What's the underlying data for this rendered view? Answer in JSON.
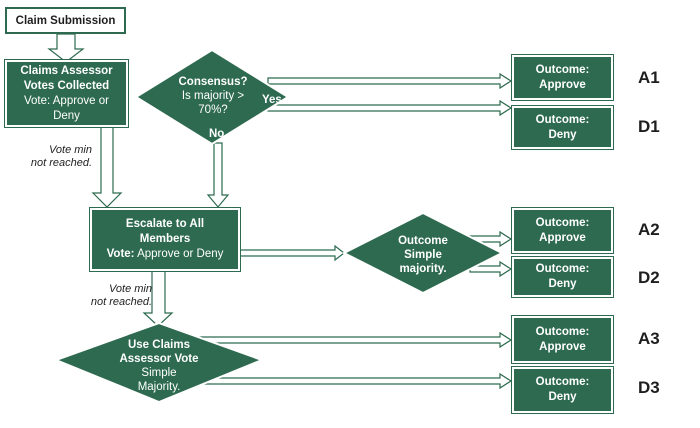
{
  "start": {
    "label": "Claim Submission"
  },
  "assessor_votes": {
    "line1": "Claims Assessor",
    "line2": "Votes Collected",
    "line3": "Vote: Approve or",
    "line4": "Deny"
  },
  "consensus": {
    "line1": "Consensus?",
    "line2": "Is majority >",
    "line3": "70%?",
    "yes_label": "Yes",
    "no_label": "No"
  },
  "escalate": {
    "line1": "Escalate to All",
    "line2": "Members",
    "vote_bold": "Vote:",
    "vote_rest": " Approve or Deny"
  },
  "simple_majority": {
    "line1": "Outcome",
    "line2": "Simple",
    "line3": "majority."
  },
  "use_assessor": {
    "line1": "Use Claims",
    "line2": "Assessor Vote",
    "line3": "Simple",
    "line4": "Majority."
  },
  "notes": {
    "first_l1": "Vote min",
    "first_l2": "not reached.",
    "second_l1": "Vote min",
    "second_l2": "not reached."
  },
  "outcomes": [
    {
      "l1": "Outcome:",
      "l2": "Approve",
      "code": "A1"
    },
    {
      "l1": "Outcome:",
      "l2": "Deny",
      "code": "D1"
    },
    {
      "l1": "Outcome:",
      "l2": "Approve",
      "code": "A2"
    },
    {
      "l1": "Outcome:",
      "l2": "Deny",
      "code": "D2"
    },
    {
      "l1": "Outcome:",
      "l2": "Approve",
      "code": "A3"
    },
    {
      "l1": "Outcome:",
      "l2": "Deny",
      "code": "D3"
    }
  ],
  "colors": {
    "box_fill": "#2d6a4f",
    "text": "#1e1e1e"
  }
}
